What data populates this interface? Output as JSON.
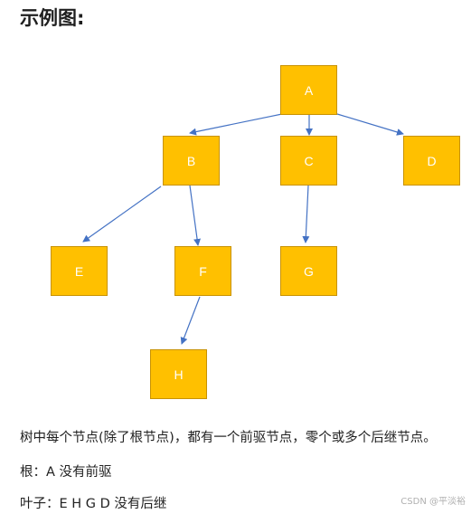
{
  "heading": "示例图:",
  "tree": {
    "nodes": {
      "A": "A",
      "B": "B",
      "C": "C",
      "D": "D",
      "E": "E",
      "F": "F",
      "G": "G",
      "H": "H"
    },
    "edges": [
      [
        "A",
        "B"
      ],
      [
        "A",
        "C"
      ],
      [
        "A",
        "D"
      ],
      [
        "B",
        "E"
      ],
      [
        "B",
        "F"
      ],
      [
        "C",
        "G"
      ],
      [
        "F",
        "H"
      ]
    ],
    "node_color": "#ffc000",
    "edge_color": "#4472c4"
  },
  "text": {
    "line1": "树中每个节点(除了根节点)，都有一个前驱节点，零个或多个后继节点。",
    "line2": "根：A 没有前驱",
    "line3": "叶子：E H G D 没有后继"
  },
  "watermark": "CSDN @平淡裕"
}
